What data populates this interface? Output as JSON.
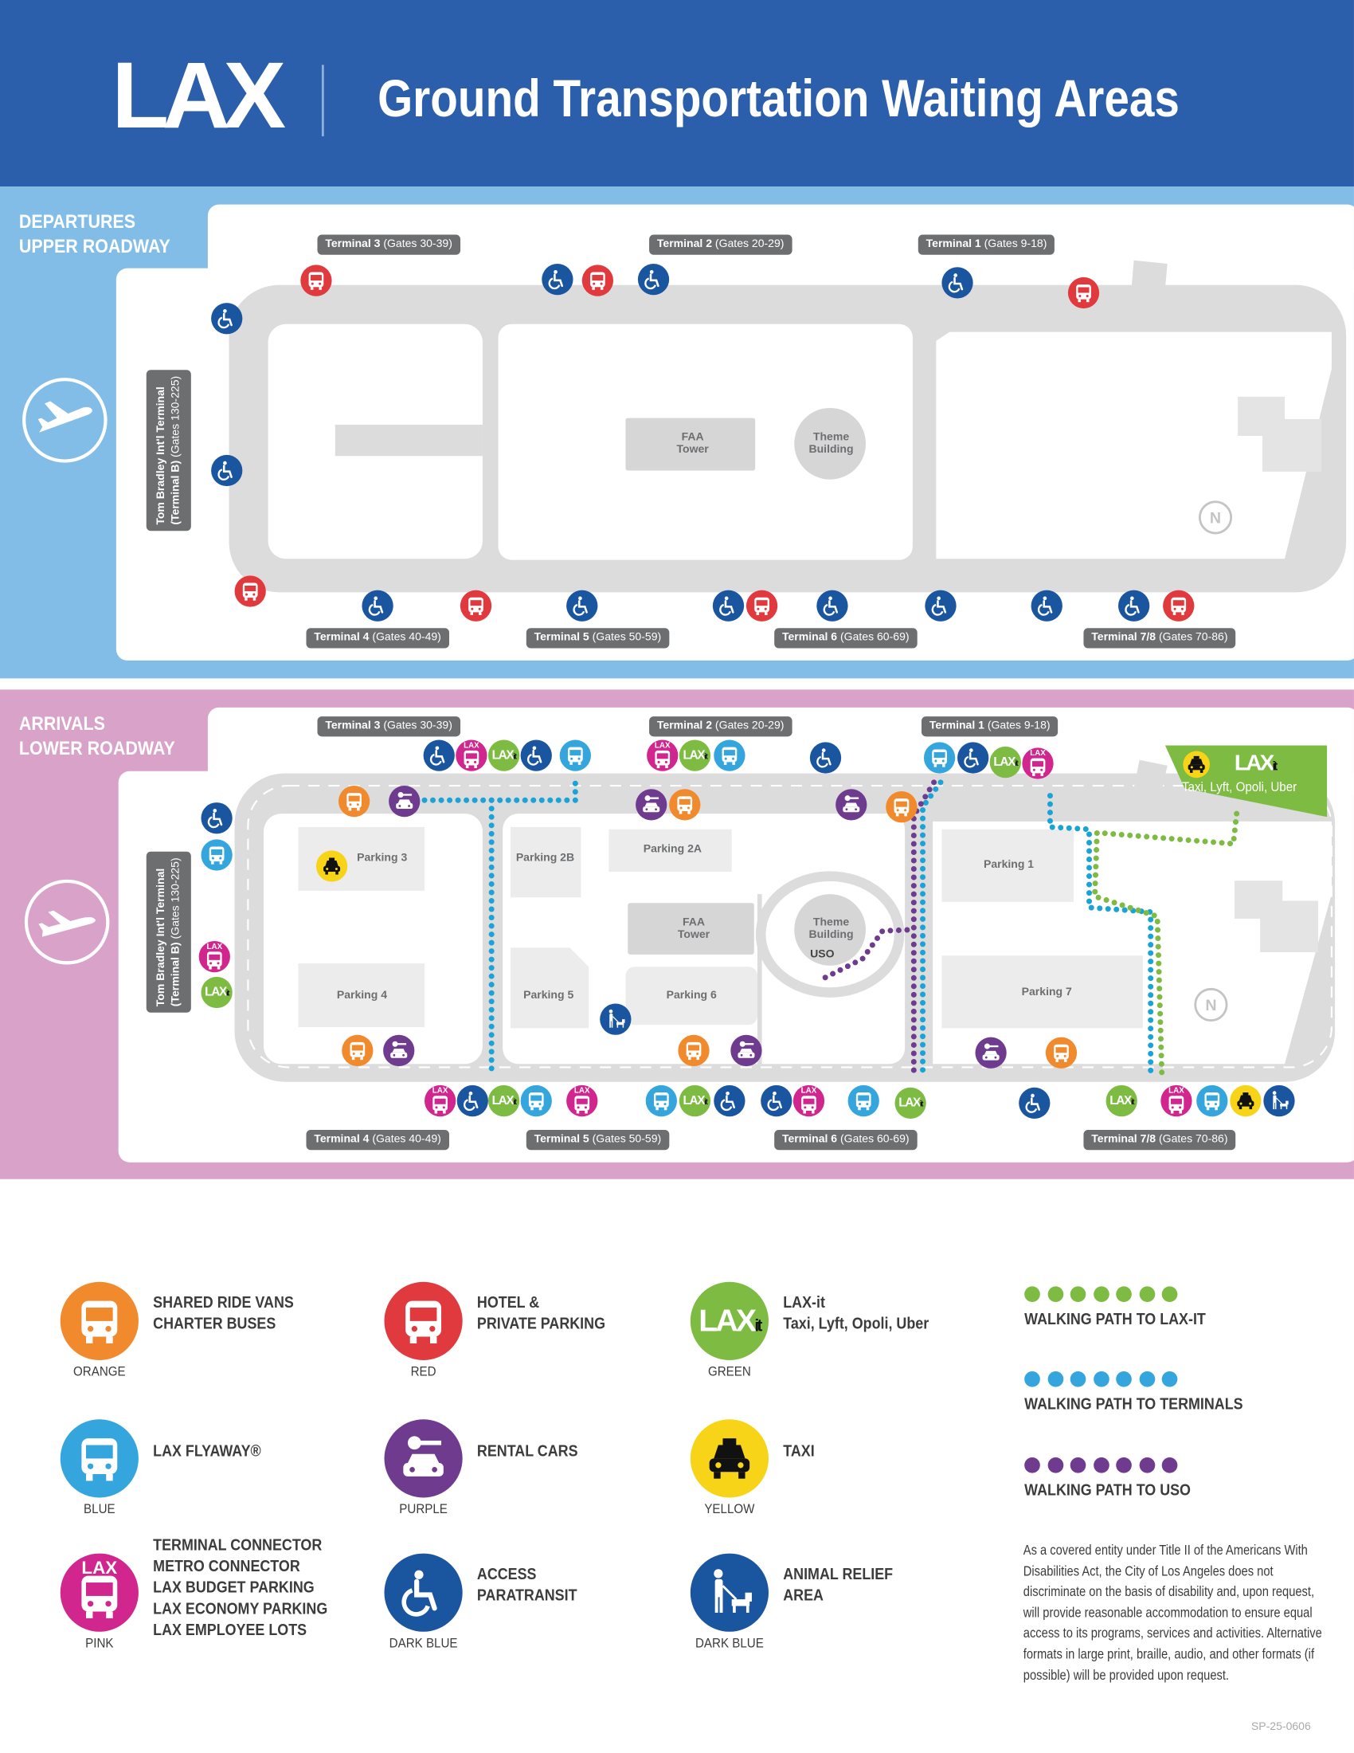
{
  "header": {
    "logo": "LAX",
    "title": "Ground Transportation Waiting Areas"
  },
  "colors": {
    "header": "#2b5fab",
    "departures": "#82bde8",
    "arrivals": "#d9a2c9",
    "orange": "#f08a2c",
    "red": "#e03a3e",
    "green": "#7dbb42",
    "blue": "#34a6dd",
    "purple": "#6f3b8f",
    "yellow": "#f7d417",
    "pink": "#d0268e",
    "darkblue": "#1a55a0"
  },
  "icon_text": {
    "lax": "LAX",
    "laxit_main": "LAX",
    "laxit_sup": "it"
  },
  "departures": {
    "title_line1": "DEPARTURES",
    "title_line2": "UPPER ROADWAY",
    "tbit": {
      "name": "Tom Bradley Int'l Terminal",
      "sub": "(Terminal B)",
      "gates": "(Gates 130-225)"
    },
    "terminals": [
      {
        "name": "Terminal 3",
        "gates": "(Gates 30-39)"
      },
      {
        "name": "Terminal 2",
        "gates": "(Gates 20-29)"
      },
      {
        "name": "Terminal 1",
        "gates": "(Gates 9-18)"
      },
      {
        "name": "Terminal 4",
        "gates": "(Gates 40-49)"
      },
      {
        "name": "Terminal 5",
        "gates": "(Gates 50-59)"
      },
      {
        "name": "Terminal 6",
        "gates": "(Gates 60-69)"
      },
      {
        "name": "Terminal 7/8",
        "gates": "(Gates 70-86)"
      }
    ],
    "landmarks": {
      "faa_1": "FAA",
      "faa_2": "Tower",
      "theme_1": "Theme",
      "theme_2": "Building"
    },
    "compass": "N"
  },
  "arrivals": {
    "title_line1": "ARRIVALS",
    "title_line2": "LOWER ROADWAY",
    "tbit": {
      "name": "Tom Bradley Int'l Terminal",
      "sub": "(Terminal B)",
      "gates": "(Gates 130-225)"
    },
    "terminals": [
      {
        "name": "Terminal 3",
        "gates": "(Gates 30-39)"
      },
      {
        "name": "Terminal 2",
        "gates": "(Gates 20-29)"
      },
      {
        "name": "Terminal 1",
        "gates": "(Gates 9-18)"
      },
      {
        "name": "Terminal 4",
        "gates": "(Gates 40-49)"
      },
      {
        "name": "Terminal 5",
        "gates": "(Gates 50-59)"
      },
      {
        "name": "Terminal 6",
        "gates": "(Gates 60-69)"
      },
      {
        "name": "Terminal 7/8",
        "gates": "(Gates 70-86)"
      }
    ],
    "landmarks": {
      "parking_3": "Parking 3",
      "parking_2b": "Parking 2B",
      "parking_2a": "Parking 2A",
      "parking_1": "Parking 1",
      "parking_4": "Parking 4",
      "parking_5": "Parking 5",
      "parking_6": "Parking 6",
      "parking_7": "Parking 7",
      "faa_1": "FAA",
      "faa_2": "Tower",
      "theme_1": "Theme",
      "theme_2": "Building",
      "uso": "USO"
    },
    "laxit_box": {
      "logo": "LAX",
      "logo_sup": "it",
      "services": "Taxi, Lyft, Opoli, Uber"
    },
    "compass": "N"
  },
  "legend": {
    "items": [
      {
        "icon": "shared-ride-van-icon",
        "color_key": "orange",
        "lines": [
          "SHARED RIDE VANS",
          "CHARTER BUSES"
        ],
        "color_label": "ORANGE"
      },
      {
        "icon": "hotel-shuttle-icon",
        "color_key": "red",
        "lines": [
          "HOTEL &",
          "PRIVATE PARKING"
        ],
        "color_label": "RED"
      },
      {
        "icon": "lax-it-icon",
        "color_key": "green",
        "lines": [
          "LAX-it",
          "Taxi, Lyft, Opoli, Uber"
        ],
        "color_label": "GREEN"
      },
      {
        "icon": "flyaway-bus-icon",
        "color_key": "blue",
        "lines": [
          "LAX FLYAWAY®"
        ],
        "color_label": "BLUE"
      },
      {
        "icon": "rental-car-icon",
        "color_key": "purple",
        "lines": [
          "RENTAL CARS"
        ],
        "color_label": "PURPLE"
      },
      {
        "icon": "taxi-icon",
        "color_key": "yellow",
        "lines": [
          "TAXI"
        ],
        "color_label": "YELLOW"
      },
      {
        "icon": "lax-shuttle-icon",
        "color_key": "pink",
        "lines": [
          "TERMINAL CONNECTOR",
          "METRO CONNECTOR",
          "LAX BUDGET PARKING",
          "LAX ECONOMY PARKING",
          "LAX EMPLOYEE LOTS"
        ],
        "color_label": "PINK"
      },
      {
        "icon": "wheelchair-icon",
        "color_key": "darkblue",
        "lines": [
          "ACCESS",
          "PARATRANSIT"
        ],
        "color_label": "DARK BLUE"
      },
      {
        "icon": "animal-relief-icon",
        "color_key": "darkblue",
        "lines": [
          "ANIMAL RELIEF",
          "AREA"
        ],
        "color_label": "DARK BLUE"
      }
    ],
    "paths": [
      {
        "label": "WALKING PATH TO LAX-IT",
        "color_key": "green"
      },
      {
        "label": "WALKING PATH TO TERMINALS",
        "color_key": "blue"
      },
      {
        "label": "WALKING PATH TO USO",
        "color_key": "purple"
      }
    ]
  },
  "disclaimer": "As a covered entity under Title II of the Americans With Disabilities Act, the City of Los Angeles does not discriminate on the basis of disability and, upon request, will provide reasonable accommodation to ensure equal access to its programs, services and activities. Alternative formats in large print, braille, audio, and other formats (if possible) will be provided upon request.",
  "doc_code": "SP-25-0606"
}
